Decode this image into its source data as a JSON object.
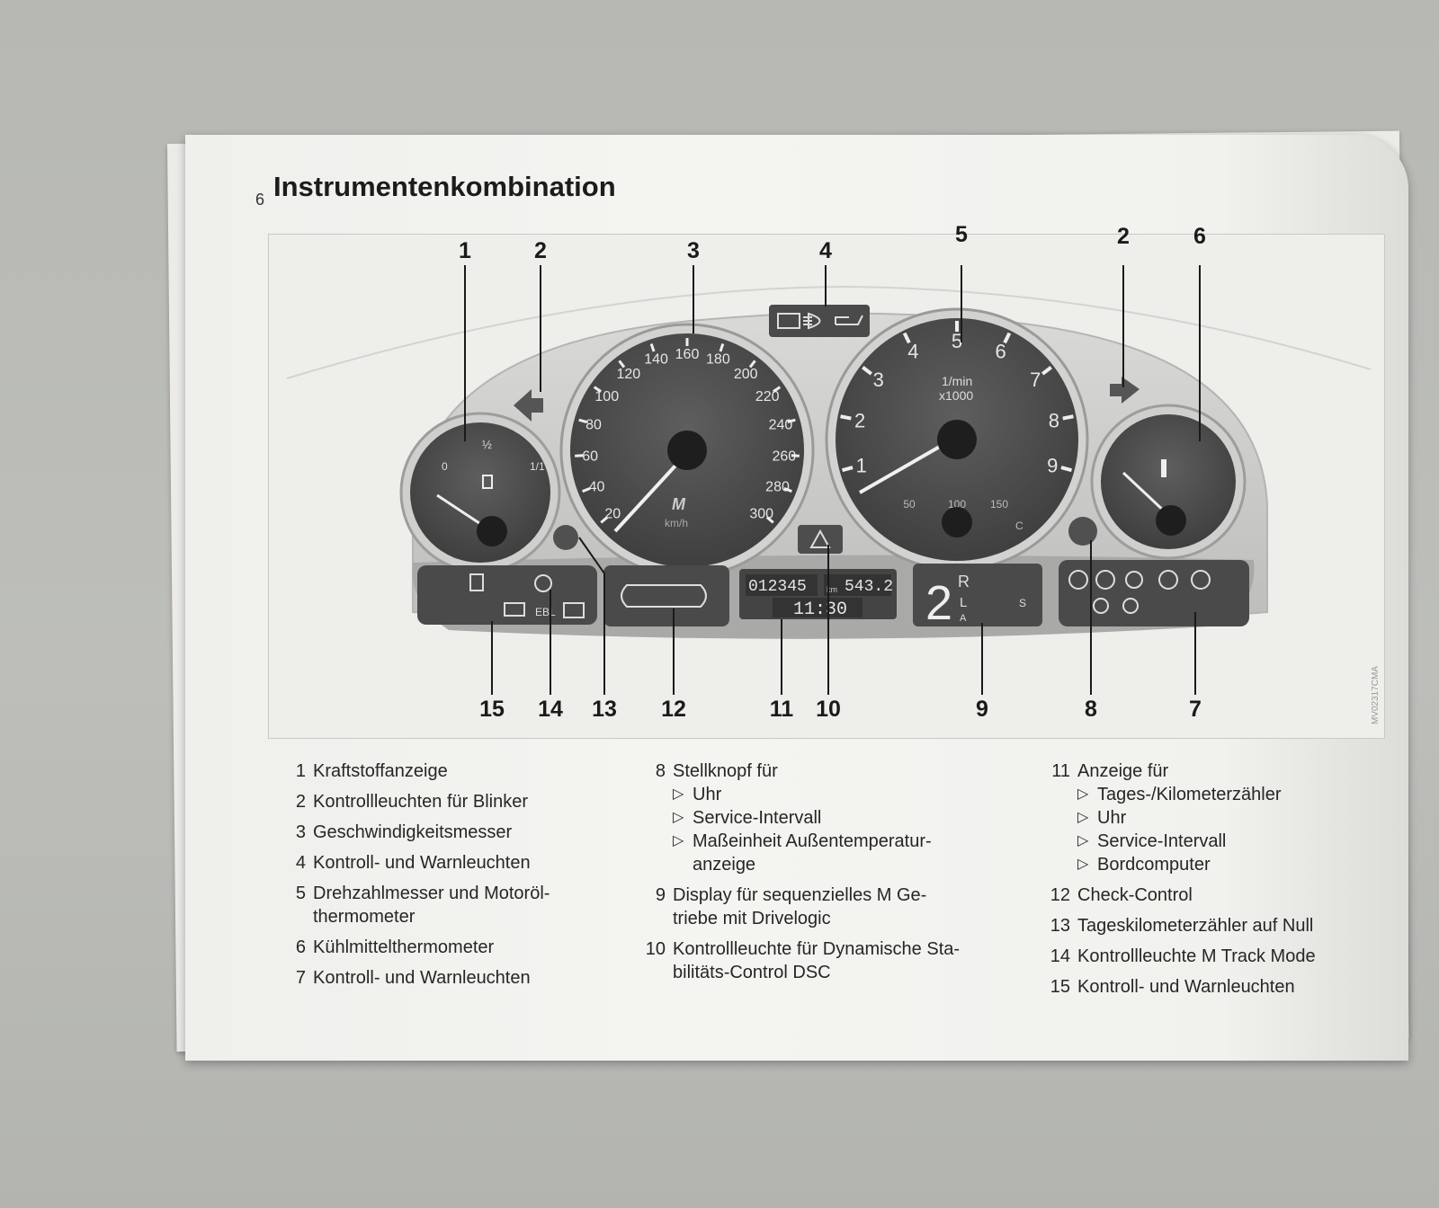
{
  "header": {
    "page_number": "6",
    "title": "Instrumentenkombination"
  },
  "figure": {
    "callouts_top": [
      "1",
      "2",
      "3",
      "4",
      "5",
      "2",
      "6"
    ],
    "callouts_bottom": [
      "15",
      "14",
      "13",
      "12",
      "11",
      "10",
      "9",
      "8",
      "7"
    ],
    "code": "MV02317CMA",
    "speedometer": {
      "ticks": [
        "20",
        "40",
        "60",
        "80",
        "100",
        "120",
        "140",
        "160",
        "180",
        "200",
        "220",
        "240",
        "260",
        "280",
        "300"
      ],
      "unit": "km/h",
      "brand": "M"
    },
    "tachometer": {
      "ticks": [
        "1",
        "2",
        "3",
        "4",
        "5",
        "6",
        "7",
        "8",
        "9"
      ],
      "unit_line1": "1/min",
      "unit_line2": "x1000",
      "oil_ticks": [
        "50",
        "100",
        "150"
      ],
      "oil_end": "C"
    },
    "fuel_gauge": {
      "labels": [
        "0",
        "½",
        "1/1"
      ]
    },
    "odometer": {
      "total": "012345",
      "unit": "km",
      "trip": "543.2",
      "clock": "11:30"
    },
    "gear_display": {
      "gear": "2",
      "reverse": "R",
      "mode": "S",
      "auto": "A",
      "lo": "L"
    },
    "warning_panel_left": {
      "ebl": "EBL"
    }
  },
  "legend": {
    "col1": [
      {
        "num": "1",
        "text": "Kraftstoffanzeige"
      },
      {
        "num": "2",
        "text": "Kontrollleuchten für Blinker"
      },
      {
        "num": "3",
        "text": "Geschwindigkeitsmesser"
      },
      {
        "num": "4",
        "text": "Kontroll- und Warnleuchten"
      },
      {
        "num": "5",
        "text": "Drehzahlmesser und Motoröl-",
        "cont": "thermometer"
      },
      {
        "num": "6",
        "text": "Kühlmittelthermometer"
      },
      {
        "num": "7",
        "text": "Kontroll- und Warnleuchten"
      }
    ],
    "col2": [
      {
        "num": "8",
        "text": "Stellknopf für",
        "subs": [
          "Uhr",
          "Service-Intervall",
          "Maßeinheit Außentemperatur-"
        ],
        "subcont": "anzeige"
      },
      {
        "num": "9",
        "text": "Display für sequenzielles M Ge-",
        "cont": "triebe mit Drivelogic"
      },
      {
        "num": "10",
        "text": "Kontrollleuchte für Dynamische Sta-",
        "cont": "bilitäts-Control DSC"
      }
    ],
    "col3": [
      {
        "num": "11",
        "text": "Anzeige für",
        "subs": [
          "Tages-/Kilometerzähler",
          "Uhr",
          "Service-Intervall",
          "Bordcomputer"
        ]
      },
      {
        "num": "12",
        "text": "Check-Control"
      },
      {
        "num": "13",
        "text": "Tageskilometerzähler auf Null"
      },
      {
        "num": "14",
        "text": "Kontrollleuchte M Track Mode"
      },
      {
        "num": "15",
        "text": "Kontroll- und Warnleuchten"
      }
    ]
  }
}
